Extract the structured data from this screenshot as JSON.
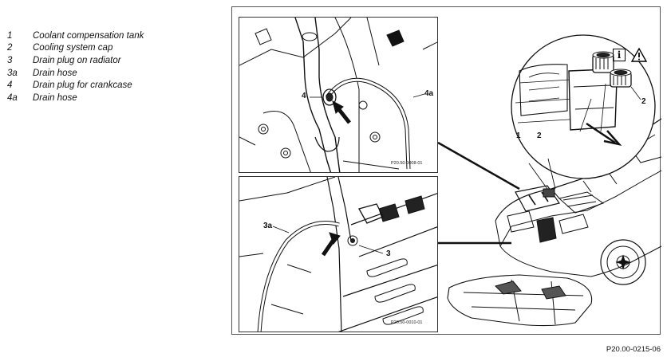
{
  "legend": [
    {
      "num": "1",
      "text": "Coolant compensation tank"
    },
    {
      "num": "2",
      "text": "Cooling system cap"
    },
    {
      "num": "3",
      "text": "Drain plug on radiator"
    },
    {
      "num": "3a",
      "text": "Drain hose"
    },
    {
      "num": "4",
      "text": "Drain plug for crankcase"
    },
    {
      "num": "4a",
      "text": "Drain hose"
    }
  ],
  "callouts": {
    "top_drain_plug": "4",
    "top_drain_hose": "4a",
    "bottom_drain_hose": "3a",
    "bottom_drain_plug": "3",
    "tank": "1",
    "cap_detail": "2",
    "cap_loose": "2"
  },
  "inset_codes": {
    "top": "P20.50-0008-01",
    "bottom": "P20.50-0010-01"
  },
  "icons": [
    "info-icon",
    "warning-icon"
  ],
  "info_glyph": "i",
  "figure_reference": "P20.00-0215-06"
}
